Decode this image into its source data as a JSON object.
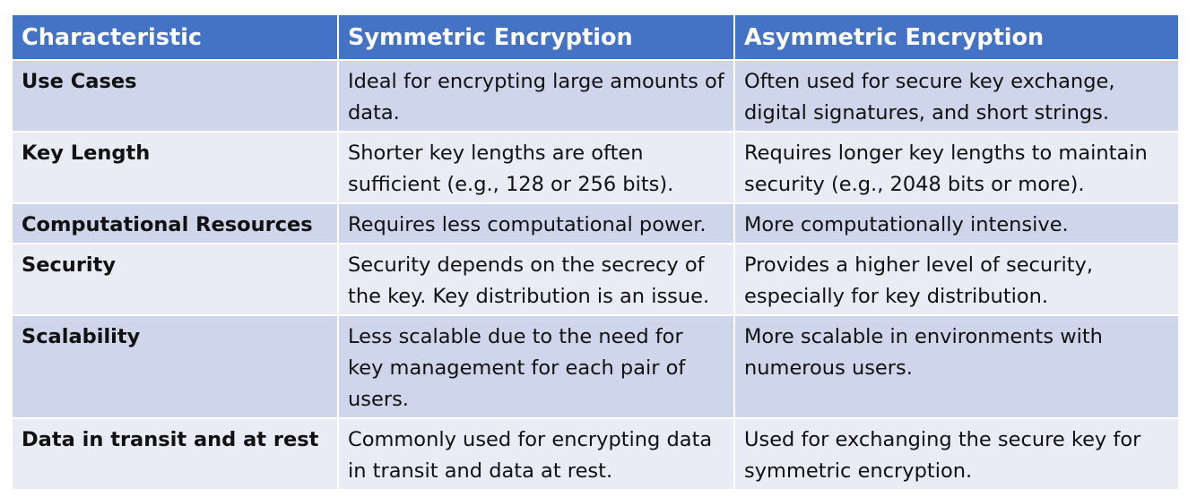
{
  "table": {
    "headers": [
      "Characteristic",
      "Symmetric Encryption",
      "Asymmetric Encryption"
    ],
    "rows": [
      [
        "Use Cases",
        "Ideal for encrypting large amounts of data.",
        "Often used for secure key exchange, digital signatures, and short strings."
      ],
      [
        "Key Length",
        "Shorter key lengths are often sufficient (e.g., 128 or 256 bits).",
        "Requires longer key lengths to maintain security (e.g., 2048 bits or more)."
      ],
      [
        "Computational Resources",
        "Requires less computational power.",
        "More computationally intensive."
      ],
      [
        "Security",
        "Security depends on the secrecy of the key. Key distribution is an issue.",
        "Provides a higher level of security, especially for key distribution."
      ],
      [
        "Scalability",
        "Less scalable due to the need for key management for each pair of users.",
        "More scalable in environments with numerous users."
      ],
      [
        "Data in transit and at rest",
        "Commonly used for encrypting data in transit and data at rest.",
        "Used for exchanging the secure key for symmetric encryption."
      ]
    ]
  },
  "colors": {
    "header_bg": "#4472c4",
    "row_odd_bg": "#cfd5ea",
    "row_even_bg": "#e9ebf5"
  }
}
